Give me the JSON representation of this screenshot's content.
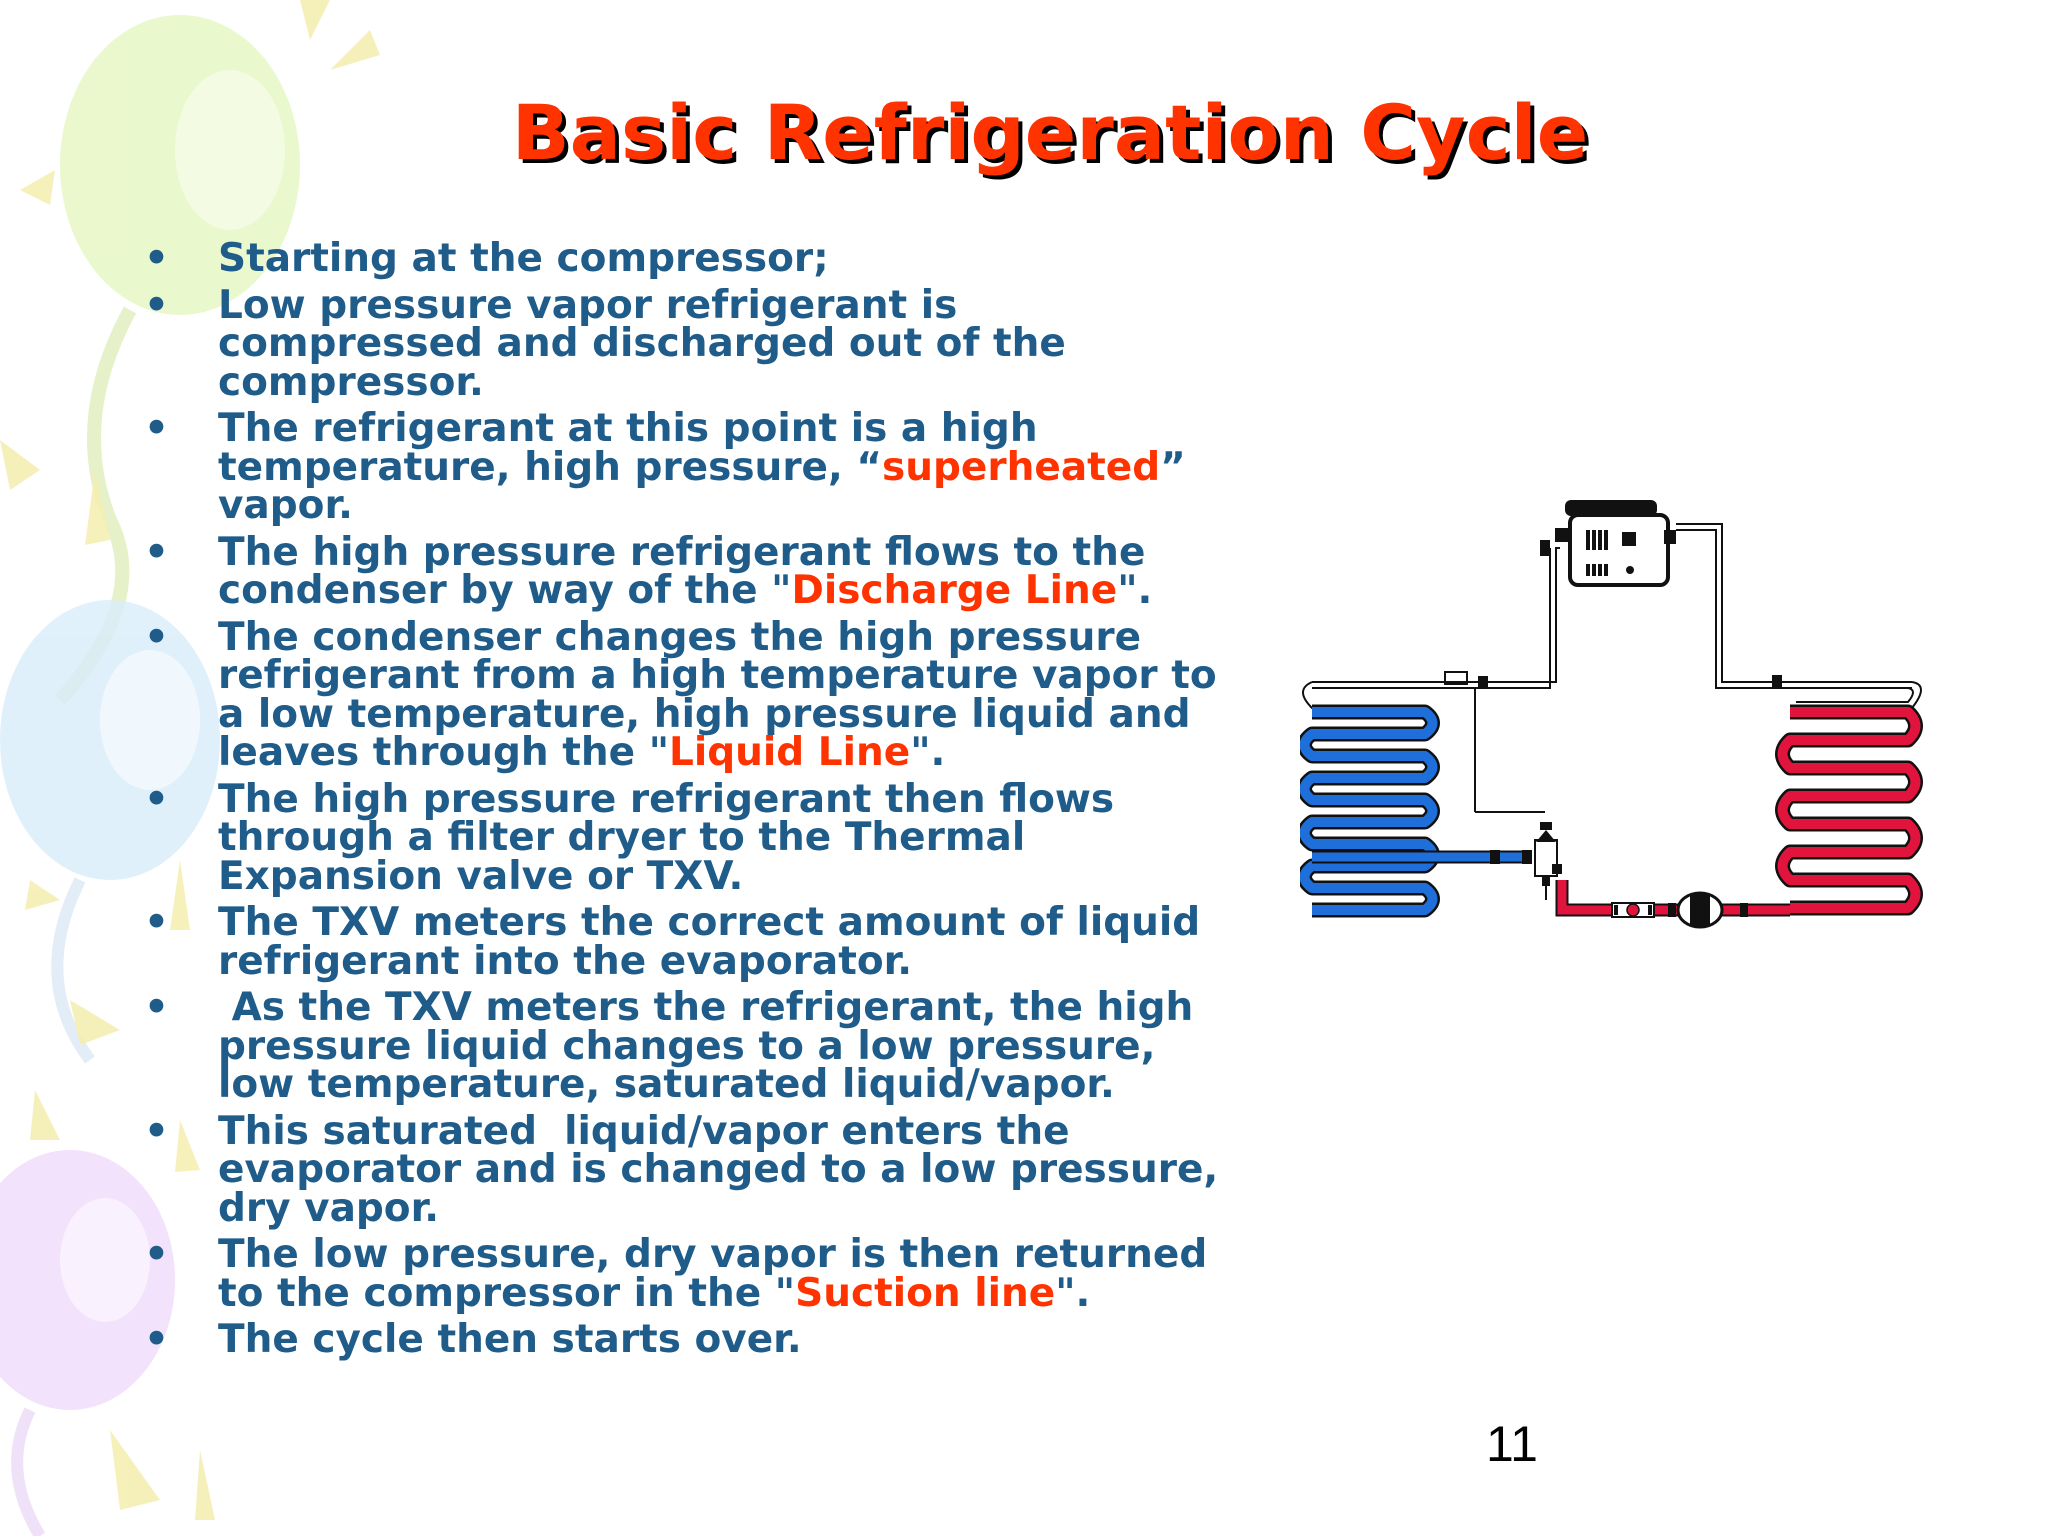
{
  "slide": {
    "title": "Basic Refrigeration Cycle",
    "page_number": "11",
    "bullet_symbol": "•",
    "text_color": "#1f5c8a",
    "highlight_color": "#ff3300",
    "bullets": [
      {
        "text": "Starting at the compressor;"
      },
      {
        "text": "Low pressure vapor refrigerant is\ncompressed and discharged out of the\ncompressor."
      },
      {
        "before": "The refrigerant at this point is a high\ntemperature, high pressure, “",
        "highlight": "superheated",
        "after": "”\nvapor."
      },
      {
        "before": "The high pressure refrigerant flows to the\ncondenser by way of the \"",
        "highlight": "Discharge Line",
        "after": "\"."
      },
      {
        "before": "The condenser changes the high pressure\nrefrigerant from a high temperature vapor to\na low temperature, high pressure liquid and\nleaves through the \"",
        "highlight": "Liquid Line",
        "after": "\"."
      },
      {
        "text": "The high pressure refrigerant then flows\nthrough a filter dryer to the Thermal\nExpansion valve or TXV."
      },
      {
        "text": "The TXV meters the correct amount of liquid\nrefrigerant into the evaporator."
      },
      {
        "text": " As the TXV meters the refrigerant, the high\npressure liquid changes to a low pressure,\nlow temperature, saturated liquid/vapor."
      },
      {
        "text": "This saturated  liquid/vapor enters the\nevaporator and is changed to a low pressure,\ndry vapor."
      },
      {
        "before": "The low pressure, dry vapor is then returned\nto the compressor in the \"",
        "highlight": "Suction line",
        "after": "\"."
      },
      {
        "text": "The cycle then starts over."
      }
    ]
  },
  "diagram": {
    "evaporator_color": "#1e6fd9",
    "condenser_color": "#e0143c",
    "components": [
      "compressor-icon",
      "evaporator-coil",
      "condenser-coil",
      "txv-valve-icon",
      "filter-dryer-icon",
      "sight-glass-icon"
    ]
  },
  "background": {
    "balloon_colors": [
      "#e6f7c4",
      "#d8ecfb",
      "#eed9fb",
      "#f7f0b8"
    ]
  }
}
